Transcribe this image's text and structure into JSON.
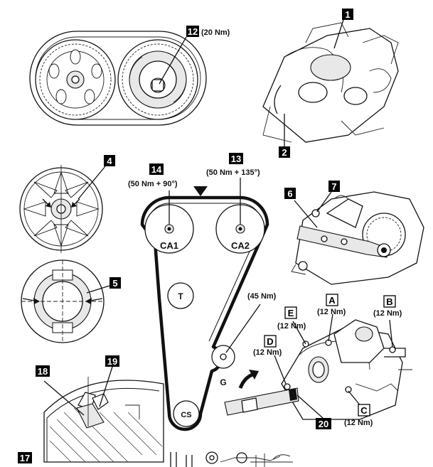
{
  "callouts": {
    "c1": "1",
    "c2": "2",
    "c4": "4",
    "c5": "5",
    "c6": "6",
    "c7": "7",
    "c12": "12",
    "c13": "13",
    "c14": "14",
    "c17": "17",
    "c18": "18",
    "c19": "19",
    "c20": "20"
  },
  "torques": {
    "t12": "(20 Nm)",
    "t13": "(50 Nm + 135°)",
    "t14": "(50 Nm + 90°)",
    "t45": "(45 Nm)",
    "tA": "(12 Nm)",
    "tB": "(12 Nm)",
    "tC": "(12 Nm)",
    "tD": "(12 Nm)",
    "tE": "(12 Nm)"
  },
  "letters": {
    "A": "A",
    "B": "B",
    "C": "C",
    "D": "D",
    "E": "E"
  },
  "pulleys": {
    "ca1": "CA1",
    "ca2": "CA2",
    "t": "T",
    "g": "G",
    "cs": "CS"
  }
}
